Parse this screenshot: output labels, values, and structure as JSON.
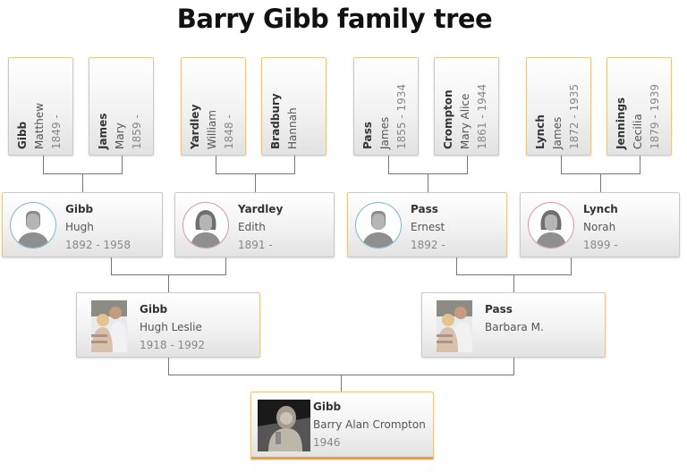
{
  "title": "Barry Gibb family tree",
  "colors": {
    "box_border": "#e2c98b",
    "connector": "#777777",
    "male_ring": "#7fb6cf",
    "female_ring": "#d796b3",
    "focus_accent": "#f0a030"
  },
  "generation1": [
    {
      "surname": "Gibb",
      "given": "Matthew",
      "dates": "1849 -"
    },
    {
      "surname": "James",
      "given": "Mary",
      "dates": "1859 -"
    },
    {
      "surname": "Yardley",
      "given": "William",
      "dates": "1848 -"
    },
    {
      "surname": "Bradbury",
      "given": "Hannah",
      "dates": ""
    },
    {
      "surname": "Pass",
      "given": "James",
      "dates": "1855 - 1934"
    },
    {
      "surname": "Crompton",
      "given": "Mary Alice",
      "dates": "1861 - 1944"
    },
    {
      "surname": "Lynch",
      "given": "James",
      "dates": "1872 - 1935"
    },
    {
      "surname": "Jennings",
      "given": "Cecilia",
      "dates": "1879 - 1939"
    }
  ],
  "generation2": [
    {
      "surname": "Gibb",
      "given": "Hugh",
      "dates": "1892 - 1958",
      "avatar": "male-avatar-icon"
    },
    {
      "surname": "Yardley",
      "given": "Edith",
      "dates": "1891 -",
      "avatar": "female-avatar-icon"
    },
    {
      "surname": "Pass",
      "given": "Ernest",
      "dates": "1892 -",
      "avatar": "male-avatar-icon"
    },
    {
      "surname": "Lynch",
      "given": "Norah",
      "dates": "1899 -",
      "avatar": "female-avatar-icon"
    }
  ],
  "generation3": [
    {
      "surname": "Gibb",
      "given": "Hugh Leslie",
      "dates": "1918 - 1992",
      "photo": "couple-photo"
    },
    {
      "surname": "Pass",
      "given": "Barbara M.",
      "dates": "",
      "photo": "couple-photo"
    }
  ],
  "focus": {
    "surname": "Gibb",
    "given": "Barry Alan Crompton",
    "dates": "1946",
    "photo": "portrait-photo"
  }
}
